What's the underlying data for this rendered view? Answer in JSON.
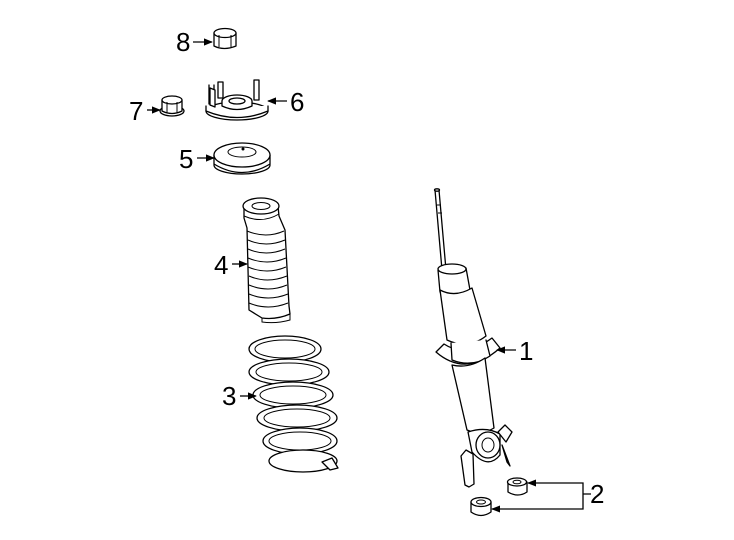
{
  "callouts": {
    "c1": "1",
    "c2": "2",
    "c3": "3",
    "c4": "4",
    "c5": "5",
    "c6": "6",
    "c7": "7",
    "c8": "8"
  },
  "colors": {
    "line": "#000000",
    "fill": "#ffffff"
  }
}
